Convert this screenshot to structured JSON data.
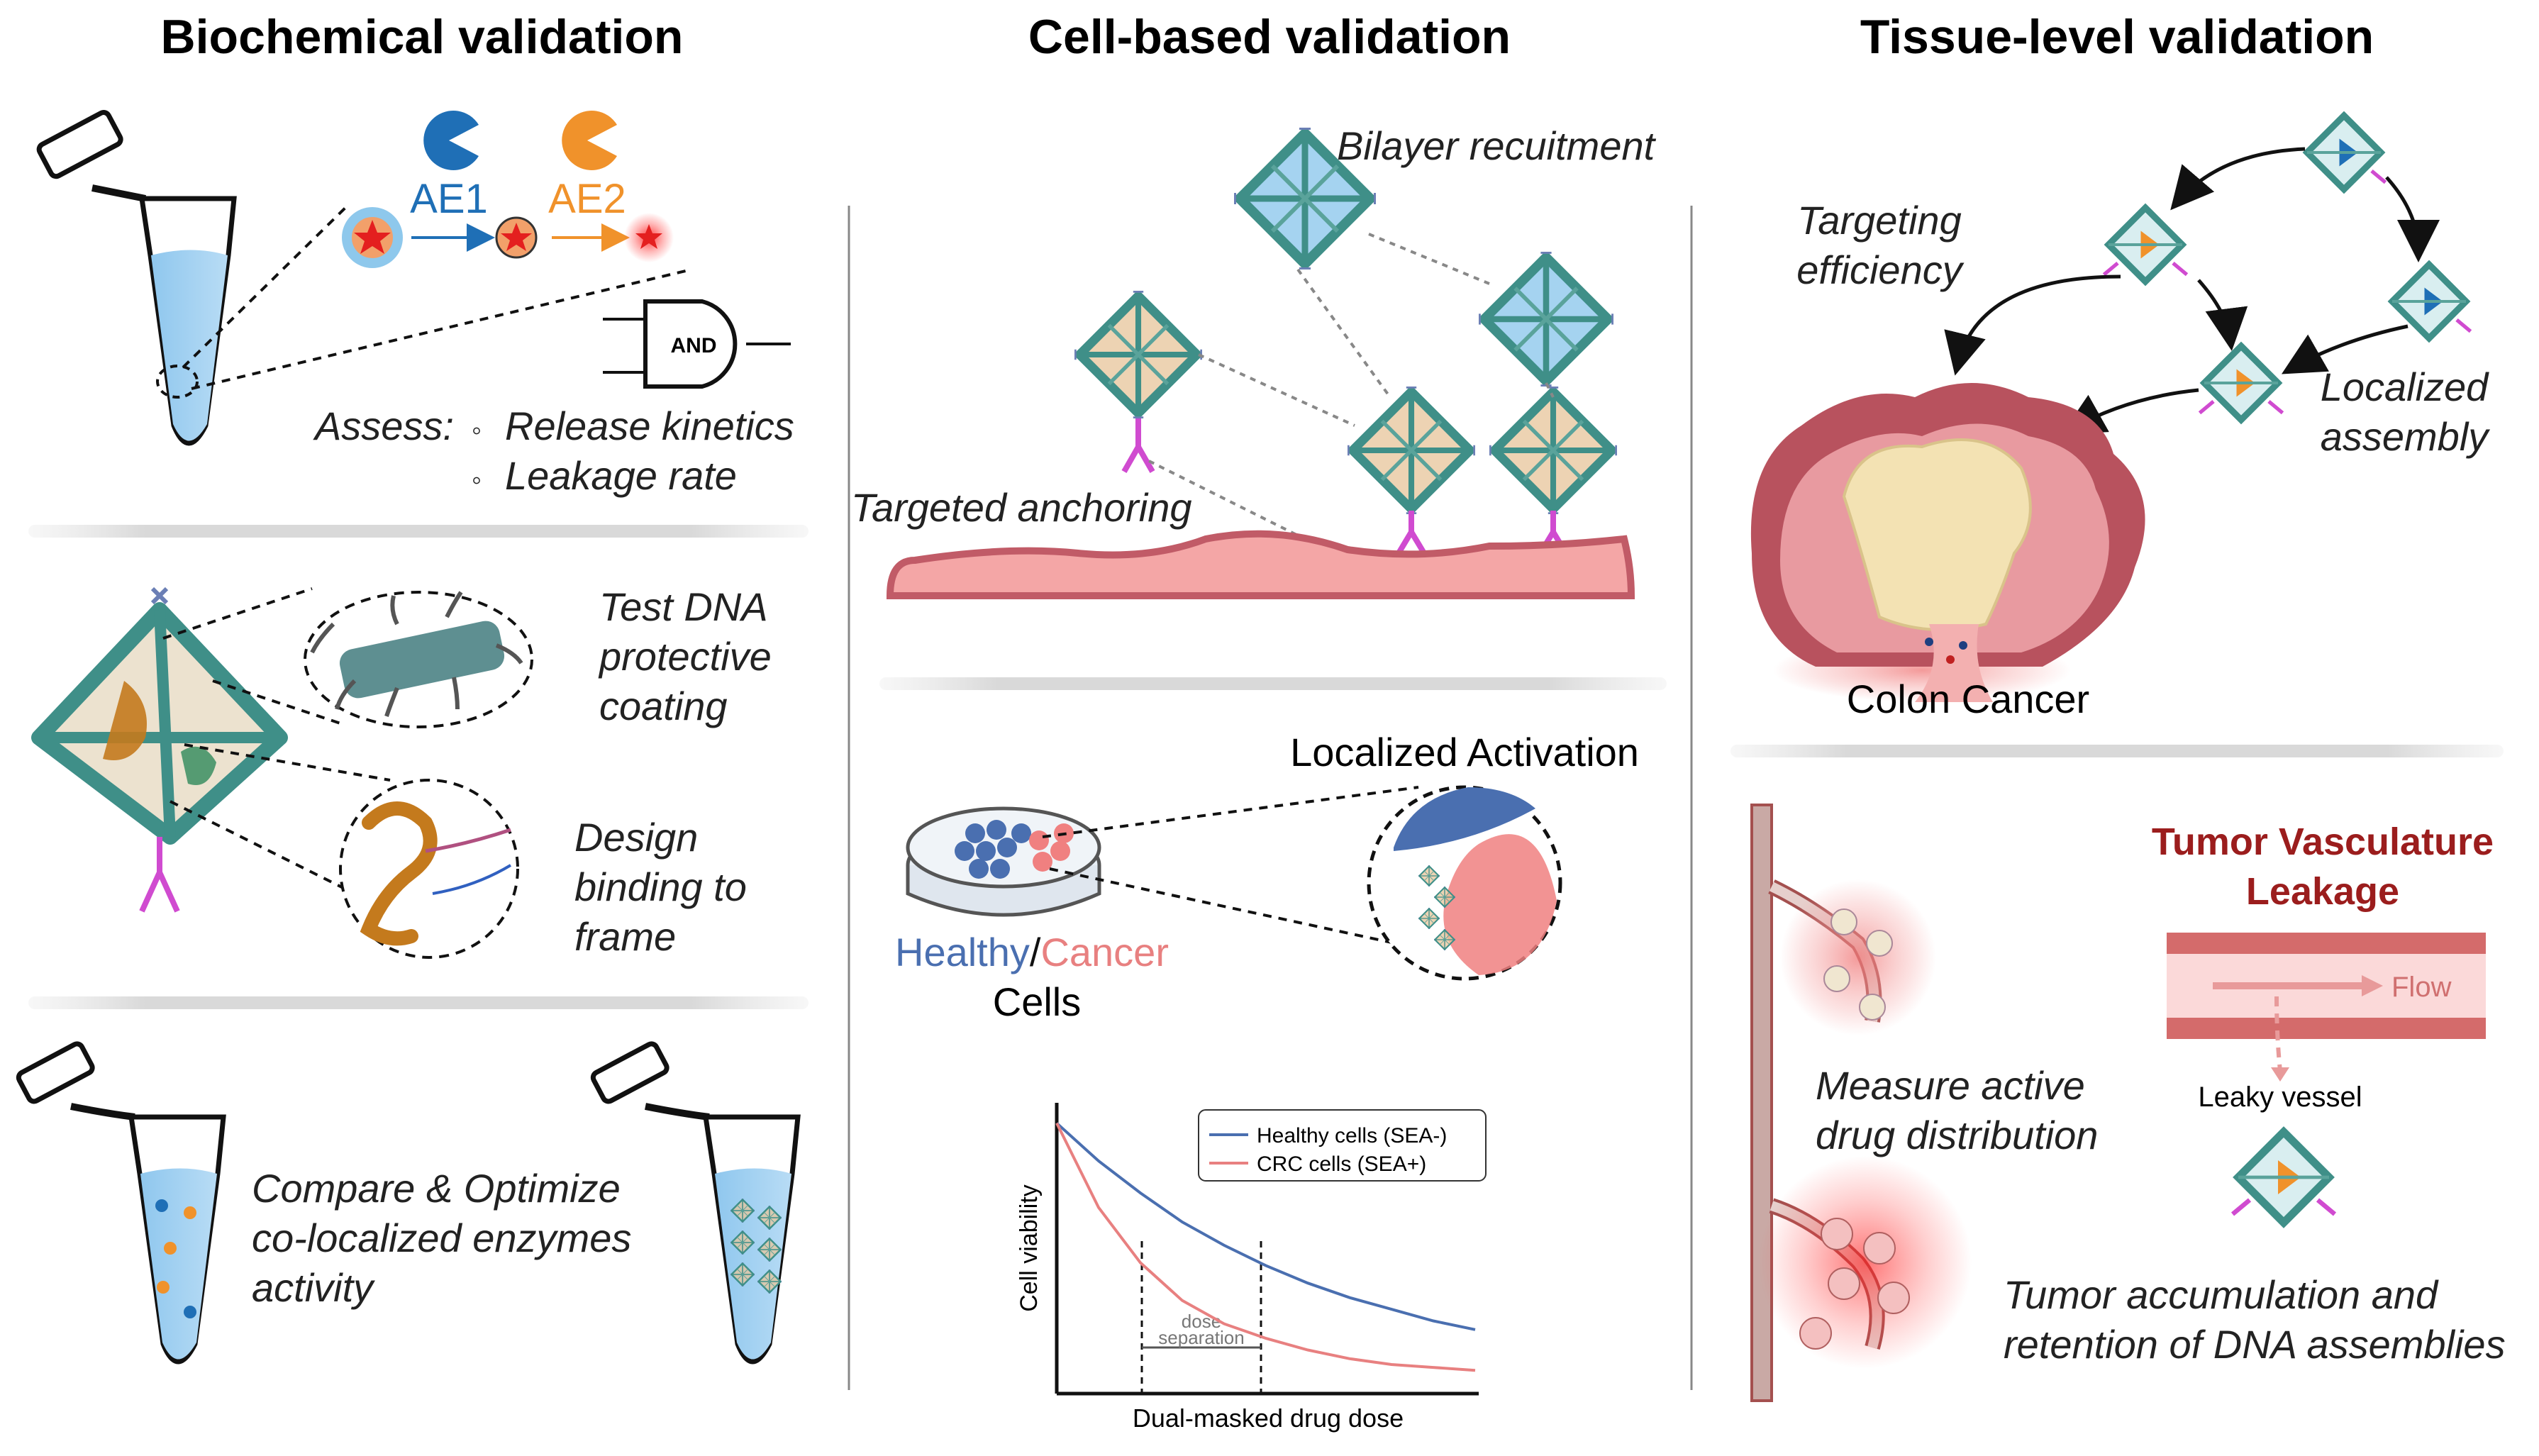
{
  "columns": {
    "biochemical": {
      "title": "Biochemical validation",
      "enzyme1": "AE1",
      "enzyme2": "AE2",
      "gate": "AND",
      "assess_label": "Assess:",
      "assess_items": [
        "Release kinetics",
        "Leakage rate"
      ],
      "coating": [
        "Test DNA",
        "protective",
        "coating"
      ],
      "binding": [
        "Design",
        "binding to",
        "frame"
      ],
      "compare": [
        "Compare & Optimize",
        "co-localized enzymes",
        "activity"
      ]
    },
    "cell": {
      "title": "Cell-based validation",
      "bilayer": "Bilayer recuitment",
      "anchoring": "Targeted anchoring",
      "activation": "Localized Activation",
      "healthy": "Healthy",
      "slash": "/",
      "cancer": "Cancer",
      "cells": "Cells"
    },
    "tissue": {
      "title": "Tissue-level validation",
      "targeting": [
        "Targeting",
        "efficiency"
      ],
      "localized": [
        "Localized",
        "assembly"
      ],
      "colon": "Colon Cancer",
      "vasculature": [
        "Tumor Vasculature",
        "Leakage"
      ],
      "flow": "Flow",
      "leaky": "Leaky vessel",
      "measure": [
        "Measure active",
        "drug distribution"
      ],
      "accumulation": [
        "Tumor accumulation and",
        "retention of DNA assemblies"
      ]
    }
  },
  "colors": {
    "ae1": "#1f6fb6",
    "ae2": "#f0922b",
    "healthy": "#4a6fb0",
    "cancer": "#e88080",
    "vasculature_title": "#9b1d1d",
    "frame": "#3f8f88"
  },
  "chart_data": {
    "type": "line",
    "title": "",
    "xlabel": "Dual-masked drug dose",
    "ylabel": "Cell viability",
    "legend_placement": "top-right",
    "annotation": [
      "dose",
      "separation"
    ],
    "x": [
      0,
      0.1,
      0.2,
      0.3,
      0.4,
      0.5,
      0.6,
      0.7,
      0.8,
      0.9,
      1.0
    ],
    "xlim": [
      0,
      1
    ],
    "ylim": [
      0,
      1
    ],
    "series": [
      {
        "name": "Healthy cells (SEA-)",
        "color": "#4a6fb0",
        "values": [
          0.93,
          0.8,
          0.69,
          0.59,
          0.51,
          0.44,
          0.38,
          0.33,
          0.29,
          0.25,
          0.22
        ]
      },
      {
        "name": "CRC cells (SEA+)",
        "color": "#e88080",
        "values": [
          0.93,
          0.64,
          0.45,
          0.32,
          0.24,
          0.19,
          0.15,
          0.12,
          0.1,
          0.09,
          0.08
        ]
      }
    ]
  }
}
